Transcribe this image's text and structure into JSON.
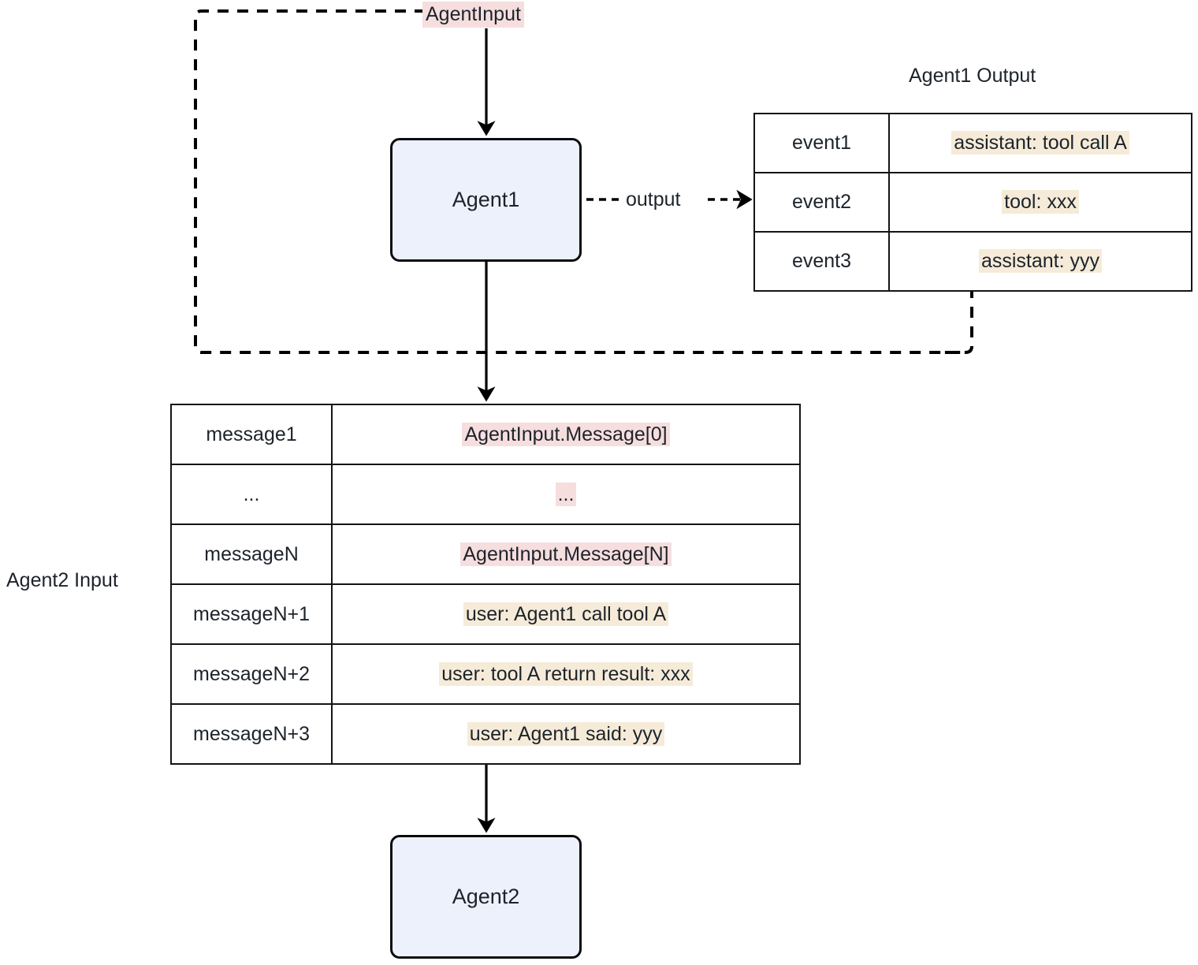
{
  "diagram": {
    "title_agent1_output": "Agent1 Output",
    "label_agent2_input": "Agent2 Input",
    "label_agent_input": "AgentInput",
    "label_output_edge": "output",
    "nodes": {
      "agent1": "Agent1",
      "agent2": "Agent2"
    },
    "agent1_output_table": {
      "rows": [
        {
          "key": "event1",
          "value": "assistant: tool call A",
          "highlight": "cream"
        },
        {
          "key": "event2",
          "value": "tool: xxx",
          "highlight": "cream"
        },
        {
          "key": "event3",
          "value": "assistant: yyy",
          "highlight": "cream"
        }
      ]
    },
    "agent2_input_table": {
      "rows": [
        {
          "key": "message1",
          "value": "AgentInput.Message[0]",
          "highlight": "pink"
        },
        {
          "key": "...",
          "value": "...",
          "highlight": "pink"
        },
        {
          "key": "messageN",
          "value": "AgentInput.Message[N]",
          "highlight": "pink"
        },
        {
          "key": "messageN+1",
          "value": "user: Agent1 call tool A",
          "highlight": "cream"
        },
        {
          "key": "messageN+2",
          "value": "user: tool A return result: xxx",
          "highlight": "cream"
        },
        {
          "key": "messageN+3",
          "value": "user: Agent1 said: yyy",
          "highlight": "cream"
        }
      ]
    },
    "colors": {
      "node_fill": "#ECF1FC",
      "node_stroke": "#0b0b0b",
      "highlight_pink": "#F6DEDE",
      "highlight_cream": "#F5EBD8",
      "edge": "#000000"
    }
  }
}
